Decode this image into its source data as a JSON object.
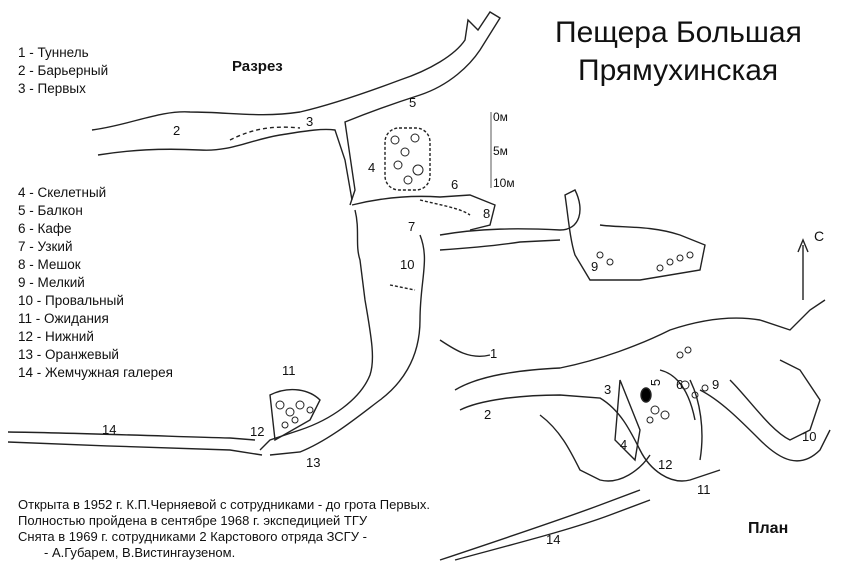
{
  "title": {
    "line1": "Пещера Большая",
    "line2": "Прямухинская"
  },
  "legend_top": [
    "1 - Туннель",
    "2 - Барьерный",
    "3 - Первых"
  ],
  "legend_bottom": [
    "4 - Скелетный",
    "5 - Балкон",
    "6 - Кафе",
    "7 - Узкий",
    "8 - Мешок",
    "9 - Мелкий",
    "10 - Провальный",
    "11 - Ожидания",
    "12 - Нижний",
    "13 - Оранжевый",
    "14 - Жемчужная галерея"
  ],
  "section_label": "Разрез",
  "plan_label": "План",
  "north_label": "С",
  "scale": [
    "0м",
    "5м",
    "10м"
  ],
  "section_numbers": [
    "2",
    "3",
    "5",
    "4",
    "6",
    "8",
    "7",
    "9",
    "10",
    "11",
    "12",
    "13",
    "14"
  ],
  "plan_numbers": [
    "1",
    "2",
    "3",
    "5",
    "6",
    "9",
    "4",
    "12",
    "11",
    "10",
    "14"
  ],
  "credits": [
    "Открыта в 1952 г. К.П.Черняевой с сотрудниками - до грота Первых.",
    "Полностью пройдена в сентябре 1968 г. экспедицией ТГУ",
    "Снята в 1969 г. сотрудниками 2 Карстового отряда ЗСГУ -",
    "- А.Губарем, В.Вистингаузеном."
  ]
}
